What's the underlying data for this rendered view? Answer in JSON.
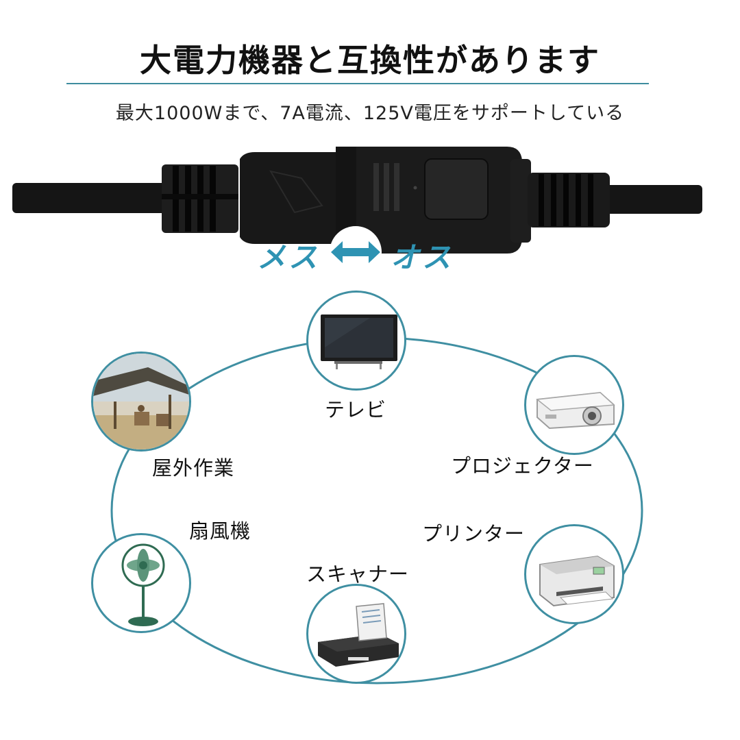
{
  "header": {
    "title": "大電力機器と互換性があります",
    "subtitle": "最大1000Wまで、7A電流、125V電圧をサポートしている"
  },
  "connector": {
    "female_label": "メス",
    "male_label": "オス",
    "arrow_icon": "double-arrow-icon"
  },
  "devices": {
    "tv": "テレビ",
    "projector": "プロジェクター",
    "outdoor": "屋外作業",
    "fan": "扇風機",
    "printer": "プリンター",
    "scanner": "スキャナー"
  },
  "colors": {
    "accent": "#3f8fa2",
    "arrow": "#2e93b3",
    "cable": "#111111"
  }
}
